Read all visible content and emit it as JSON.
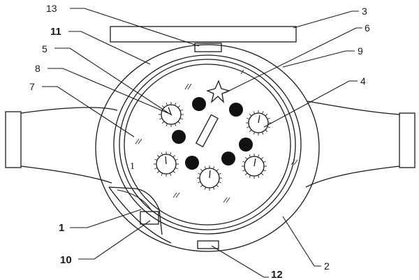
{
  "callouts": {
    "c1": "1",
    "c2": "2",
    "c3": "3",
    "c4": "4",
    "c5": "5",
    "c6": "6",
    "c7": "7",
    "c8": "8",
    "c9": "9",
    "c10": "10",
    "c11": "11",
    "c12": "12",
    "c13": "13"
  },
  "inner_label": "1",
  "colors": {
    "line": "#1a1a1a",
    "background": "#ffffff",
    "dot": "#111111"
  }
}
